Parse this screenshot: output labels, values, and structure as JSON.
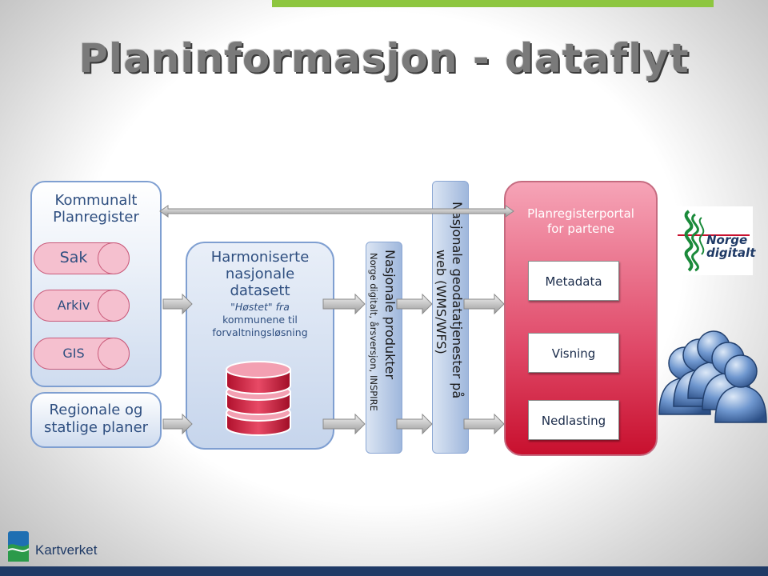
{
  "title": "Planinformasjon - dataflyt",
  "kommunalt": {
    "title_line1": "Kommunalt",
    "title_line2": "Planregister",
    "items": [
      {
        "label": "Sak"
      },
      {
        "label": "Arkiv"
      },
      {
        "label": "GIS"
      }
    ]
  },
  "regionale": {
    "line1": "Regionale og",
    "line2": "statlige planer"
  },
  "harmoniserte": {
    "title_line1": "Harmoniserte",
    "title_line2": "nasjonale",
    "title_line3": "datasett",
    "sub_line1": "\"Høstet\" fra",
    "sub_line2": "kommunene til",
    "sub_line3": "forvaltningsløsning"
  },
  "produkter": {
    "title": "Nasjonale produkter",
    "sub": "Norge digitalt, årsversjon, INSPIRE"
  },
  "geodata": {
    "line1": "Nasjonale geodatatjenester på",
    "line2": "web (WMS/WFS)"
  },
  "portal": {
    "title_line1": "Planregisterportal",
    "title_line2": "for partene",
    "buttons": [
      "Metadata",
      "Visning",
      "Nedlasting"
    ]
  },
  "logos": {
    "norge_digitalt_line1": "Norge",
    "norge_digitalt_line2": "digitalt",
    "kartverket": "Kartverket"
  },
  "colors": {
    "accent_blue": "#2f4f80",
    "portal_red": "#c8102e",
    "pill_pink": "#f5c0cf",
    "brand_green": "#8dc63f"
  }
}
